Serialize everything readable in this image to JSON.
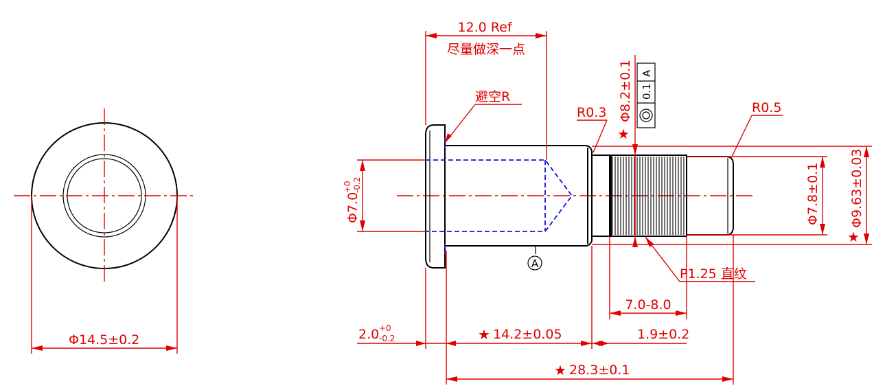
{
  "dims": {
    "d_outer": "Φ14.5±0.2",
    "ref_len": "12.0 Ref",
    "ref_note": "尽量做深一点",
    "relief": "避空R",
    "r03": "R0.3",
    "r05": "R0.5",
    "d82": "Φ8.2±0.1",
    "d70_base": "Φ7.0",
    "d70_upper": "+0",
    "d70_lower": "-0.2",
    "d78": "Φ7.8±0.1",
    "d963": "Φ9.63±0.03",
    "knurl": "P1.25 直纹",
    "knurl_len": "7.0-8.0",
    "l19": "1.9±0.2",
    "l20_base": "2.0",
    "l20_upper": "+0",
    "l20_lower": "-0.2",
    "l142": "14.2±0.05",
    "l283": "28.3±0.1",
    "datum": "A",
    "fcf_tol": "0.1",
    "fcf_datum": "A",
    "fcf_symbol": "concentricity-symbol",
    "star": "★"
  },
  "colors": {
    "dimension": "#e00000",
    "outline": "#000000",
    "hidden": "#1010e0"
  }
}
